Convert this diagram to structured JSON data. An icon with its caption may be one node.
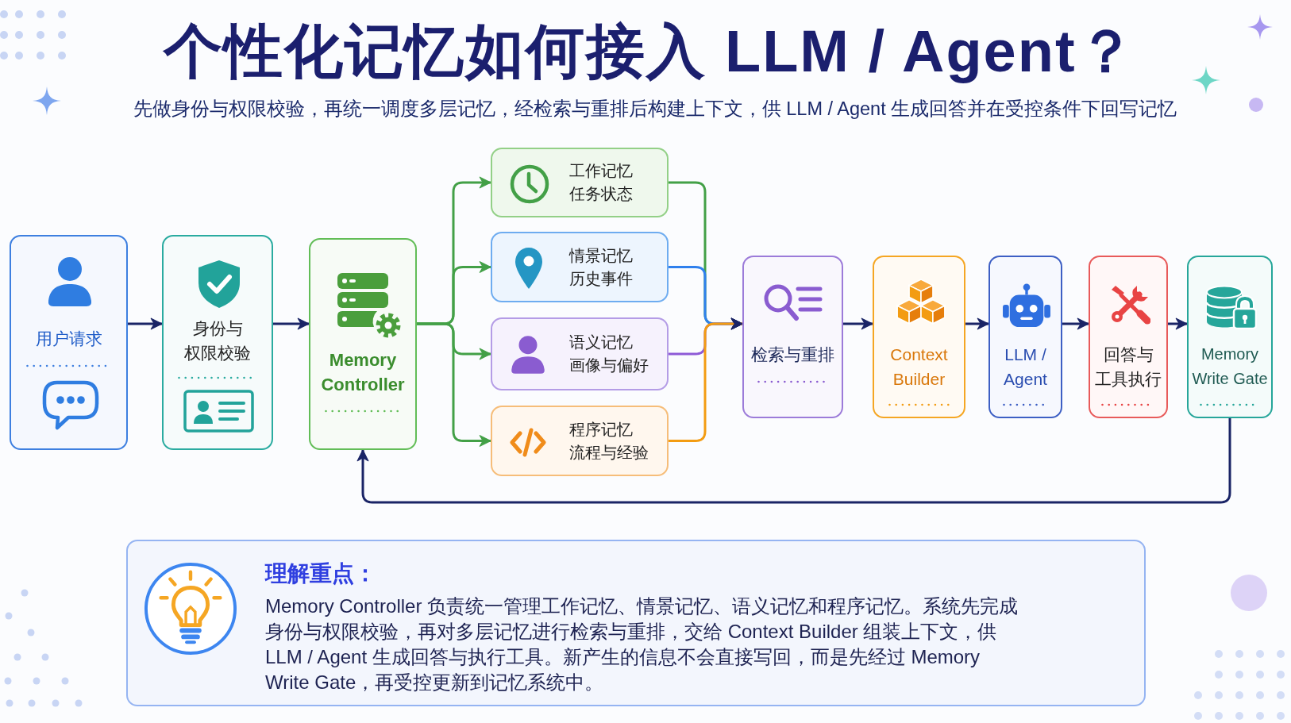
{
  "diagram": {
    "title": "个性化记忆如何接入 LLM / Agent？",
    "nodes": [
      {
        "text": [
          "用户请求"
        ]
      },
      {
        "text": [
          "身份与权限校验"
        ]
      },
      {
        "text": [
          "Memory Controller"
        ]
      },
      {
        "text": [
          "工作记忆",
          "任务状态"
        ]
      },
      {
        "text": [
          "情景记忆",
          "历史事件"
        ]
      },
      {
        "text": [
          "语义记忆",
          "画像与偏好"
        ]
      },
      {
        "text": [
          "程序记忆",
          "流程与经验"
        ]
      },
      {
        "text": [
          "检索与重排"
        ]
      },
      {
        "text": [
          "Context Builder"
        ]
      },
      {
        "text": [
          "LLM / Agent"
        ]
      },
      {
        "text": [
          "回答与工具执行"
        ]
      },
      {
        "text": [
          "Memory Write Gate"
        ]
      },
      {
        "text": [
          "理解重点：",
          "Memory Controller 负责统一管理工作记忆、情景记忆、语义记忆和程序记忆。系统先完成身份与权限校验，再对多层记忆进行检索与重排，交给 Context Builder 组装上下文，供 LLM / Agent 生成回答与执行工具。新产生的信息不会直接写回，而是先经过 Memory Write Gate，再受控更新到记忆系统中。"
        ]
      }
    ],
    "edges": [
      {
        "from": 0,
        "to": 1,
        "arrow": "to"
      },
      {
        "from": 1,
        "to": 2,
        "arrow": "to"
      },
      {
        "from": 2,
        "to": 3,
        "arrow": "to",
        "color": "#43a047"
      },
      {
        "from": 2,
        "to": 4,
        "arrow": "to",
        "color": "#43a047"
      },
      {
        "from": 2,
        "to": 5,
        "arrow": "to",
        "color": "#43a047"
      },
      {
        "from": 2,
        "to": 6,
        "arrow": "to",
        "color": "#43a047"
      },
      {
        "from": 3,
        "to": 7,
        "arrow": "to",
        "color": "#43a047"
      },
      {
        "from": 4,
        "to": 7,
        "arrow": "to",
        "color": "#2f80ed"
      },
      {
        "from": 5,
        "to": 7,
        "arrow": "to",
        "color": "#8e5ad6"
      },
      {
        "from": 6,
        "to": 7,
        "arrow": "to",
        "color": "#f39c12"
      },
      {
        "from": 7,
        "to": 8,
        "arrow": "to"
      },
      {
        "from": 8,
        "to": 9,
        "arrow": "to"
      },
      {
        "from": 9,
        "to": 10,
        "arrow": "to"
      },
      {
        "from": 10,
        "to": 11,
        "arrow": "to"
      },
      {
        "from": 11,
        "to": 2,
        "arrow": "to"
      }
    ],
    "labels": [
      "先做身份与权限校验，再统一调度多层记忆，经检索与重排后构建上下文，供 LLM / Agent 生成回答并在受控条件下回写记忆"
    ]
  }
}
